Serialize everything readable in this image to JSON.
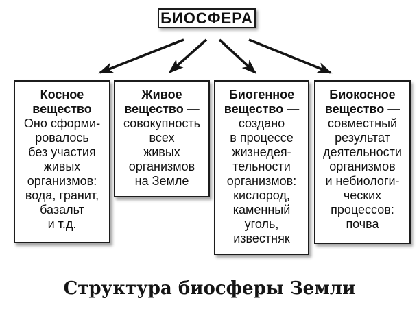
{
  "title_box": {
    "label": "БИОСФЕРА"
  },
  "boxes": [
    {
      "heading_lines": [
        "Косное",
        "вещество"
      ],
      "body_lines": [
        "Оно сформи-",
        "ровалось",
        "без участия",
        "живых",
        "организмов:",
        "вода, гранит,",
        "базальт",
        "и т.д."
      ]
    },
    {
      "heading_lines": [
        "Живое",
        "вещество —"
      ],
      "body_lines": [
        "совокупность",
        "всех",
        "живых",
        "организмов",
        "на Земле"
      ]
    },
    {
      "heading_lines": [
        "Биогенное",
        "вещество —"
      ],
      "body_lines": [
        "создано",
        "в процессе",
        "жизнедея-",
        "тельности",
        "организмов:",
        "кислород,",
        "каменный",
        "уголь,",
        "известняк"
      ]
    },
    {
      "heading_lines": [
        "Биокосное",
        "вещество —"
      ],
      "body_lines": [
        "совместный",
        "результат",
        "деятельности",
        "организмов",
        "и небиологи-",
        "ческих",
        "процессов:",
        "почва"
      ]
    }
  ],
  "caption": "Структура биосферы Земли",
  "icons": {
    "arrow": "solid black barbed arrow, title box to each category box"
  },
  "colors": {
    "background": "#ffffff",
    "border": "#1c1c1c",
    "text": "#111111",
    "arrow": "#141414"
  }
}
